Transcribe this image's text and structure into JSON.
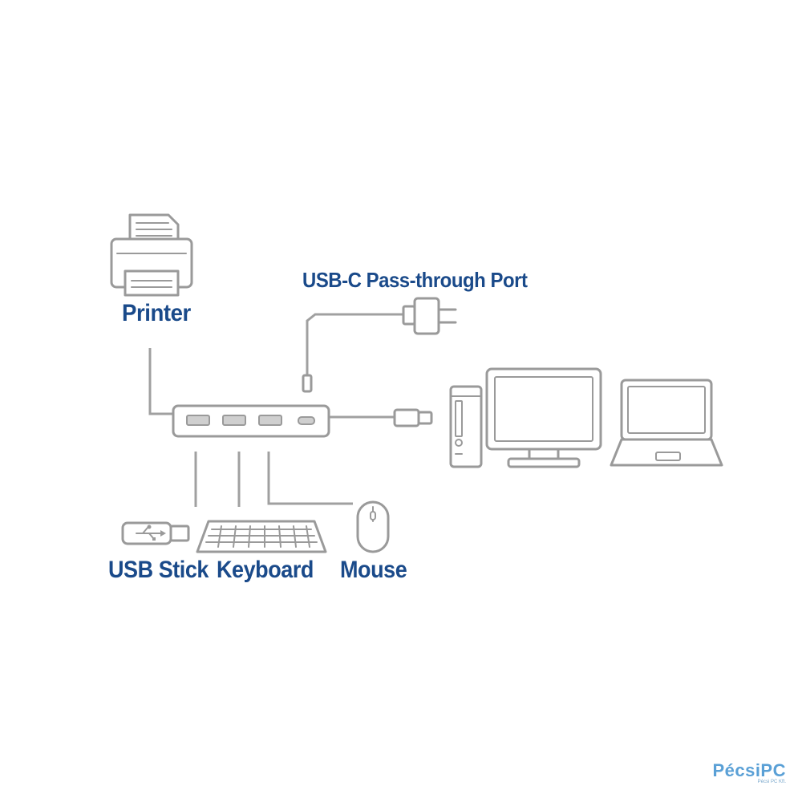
{
  "labels": {
    "printer": "Printer",
    "pass_through": "USB-C Pass-through Port",
    "usb_stick": "USB Stick",
    "keyboard": "Keyboard",
    "mouse": "Mouse"
  },
  "watermark": {
    "brand": "PécsiPC",
    "sub": "Pécsi PC Kft."
  },
  "colors": {
    "label_text": "#1a4a8a",
    "line_art": "#9a9a9a",
    "watermark": "#5aa0d6"
  }
}
